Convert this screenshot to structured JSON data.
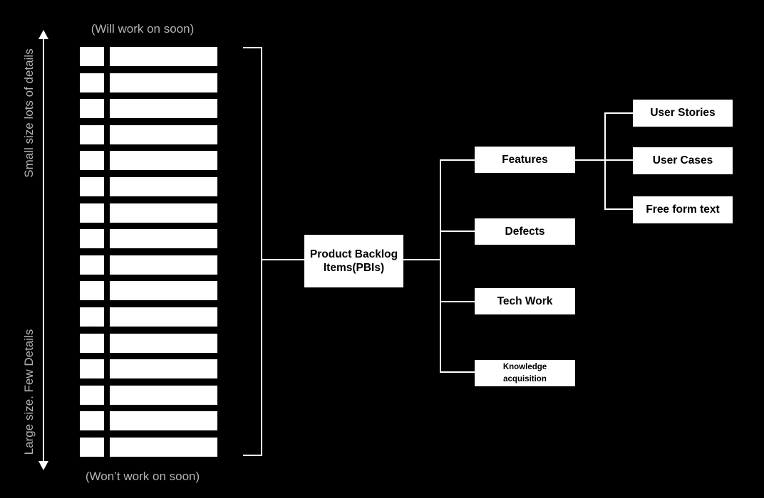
{
  "colors": {
    "background": "#000000",
    "node_fill": "#ffffff",
    "node_text": "#000000",
    "line": "#ffffff",
    "muted_text": "#b3b3b3"
  },
  "axis": {
    "top_note": "(Will work on soon)",
    "bottom_note": "(Won’t work on soon)",
    "upper_label": "Small size lots of details",
    "lower_label": "Large size. Few Details"
  },
  "backlog_list": {
    "item_count": 16
  },
  "nodes": {
    "root_label": "Product Backlog Items(PBIs)",
    "categories": [
      {
        "label": "Features"
      },
      {
        "label": "Defects"
      },
      {
        "label": "Tech Work"
      },
      {
        "label": "Knowledge acquisition"
      }
    ],
    "feature_types": [
      {
        "label": "User Stories"
      },
      {
        "label": "User Cases"
      },
      {
        "label": "Free form text"
      }
    ]
  }
}
